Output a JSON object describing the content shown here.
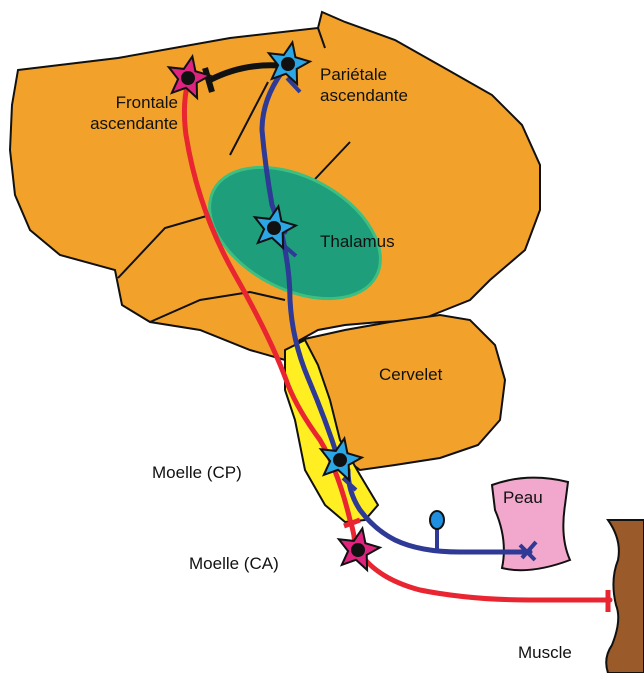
{
  "labels": {
    "frontale": [
      "Frontale",
      "ascendante"
    ],
    "parietale": [
      "Pariétale",
      "ascendante"
    ],
    "thalamus": "Thalamus",
    "cervelet": "Cervelet",
    "moelle_cp": "Moelle (CP)",
    "moelle_ca": "Moelle (CA)",
    "peau": "Peau",
    "muscle": "Muscle"
  },
  "colors": {
    "brain": "#f2a22b",
    "thalamus": "#1e9e7a",
    "thalamus_rim": "#3fbf7f",
    "spinal_cord": "#ffee22",
    "skin": "#f2a8cc",
    "muscle": "#9b5a2a",
    "motor_pathway": "#e82530",
    "sensory_pathway": "#2e3a96",
    "cortical_link": "#111111",
    "motor_neuron": "#e0237e",
    "sensory_neuron": "#2ba7e6",
    "receptor": "#1f8fe0"
  },
  "icons": {
    "frontal_neuron": "star-neuron-icon",
    "parietal_neuron": "star-neuron-icon",
    "thalamic_neuron": "star-neuron-icon",
    "medulla_cp_neuron": "star-neuron-icon",
    "medulla_ca_neuron": "star-neuron-icon",
    "skin_receptor": "receptor-icon"
  }
}
